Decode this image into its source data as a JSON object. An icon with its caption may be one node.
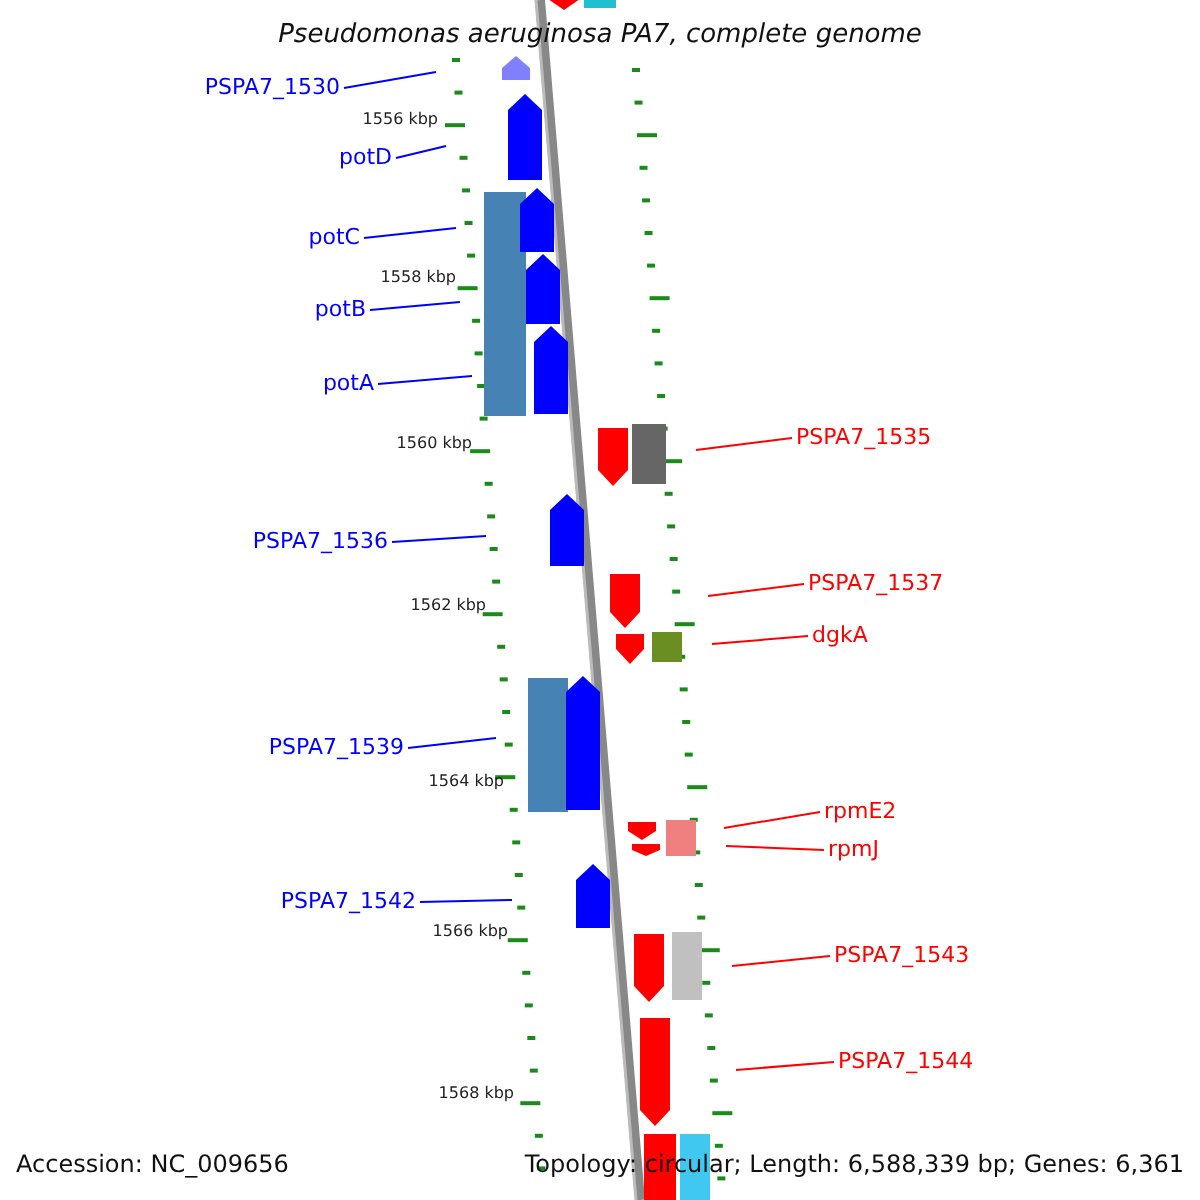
{
  "diagram": {
    "title": "Pseudomonas aeruginosa PA7, complete genome",
    "nodes": [
      {
        "text": [
          "PSPA7_1530"
        ]
      },
      {
        "text": [
          "potD"
        ]
      },
      {
        "text": [
          "potC"
        ]
      },
      {
        "text": [
          "potB"
        ]
      },
      {
        "text": [
          "potA"
        ]
      },
      {
        "text": [
          "PSPA7_1535"
        ]
      },
      {
        "text": [
          "PSPA7_1536"
        ]
      },
      {
        "text": [
          "PSPA7_1537"
        ]
      },
      {
        "text": [
          "dgkA"
        ]
      },
      {
        "text": [
          "PSPA7_1539"
        ]
      },
      {
        "text": [
          "rpmE2"
        ]
      },
      {
        "text": [
          "rpmJ"
        ]
      },
      {
        "text": [
          "PSPA7_1542"
        ]
      },
      {
        "text": [
          "PSPA7_1543"
        ]
      },
      {
        "text": [
          "PSPA7_1544"
        ]
      }
    ],
    "edges": [
      {
        "from": 0,
        "to": null,
        "arrow": "none"
      },
      {
        "from": 1,
        "to": null,
        "arrow": "none"
      },
      {
        "from": 2,
        "to": null,
        "arrow": "none"
      },
      {
        "from": 3,
        "to": null,
        "arrow": "none"
      },
      {
        "from": 4,
        "to": null,
        "arrow": "none"
      },
      {
        "from": 5,
        "to": null,
        "arrow": "none",
        "color": "#ff0000"
      },
      {
        "from": 6,
        "to": null,
        "arrow": "none"
      },
      {
        "from": 7,
        "to": null,
        "arrow": "none",
        "color": "#ff0000"
      },
      {
        "from": 8,
        "to": null,
        "arrow": "none",
        "color": "#ff0000"
      },
      {
        "from": 9,
        "to": null,
        "arrow": "none"
      },
      {
        "from": 10,
        "to": null,
        "arrow": "none",
        "color": "#ff0000"
      },
      {
        "from": 11,
        "to": null,
        "arrow": "none",
        "color": "#ff0000"
      },
      {
        "from": 12,
        "to": null,
        "arrow": "none"
      },
      {
        "from": 13,
        "to": null,
        "arrow": "none",
        "color": "#ff0000"
      },
      {
        "from": 14,
        "to": null,
        "arrow": "none",
        "color": "#ff0000"
      }
    ],
    "labels": [
      "1556 kbp",
      "1558 kbp",
      "1560 kbp",
      "1562 kbp",
      "1564 kbp",
      "1566 kbp",
      "1568 kbp",
      "Accession: NC_009656",
      "Topology: circular; Length: 6,588,339 bp; Genes: 6,361"
    ]
  }
}
